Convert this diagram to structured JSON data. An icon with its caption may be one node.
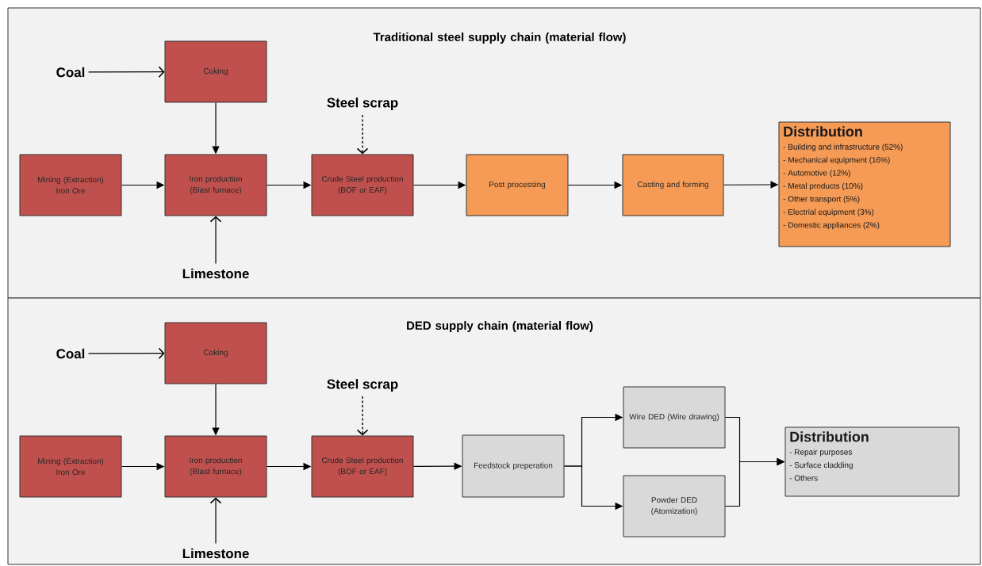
{
  "diagram": {
    "nodes": [
      {
        "text": [
          "Traditional steel supply chain (material flow)"
        ]
      },
      {
        "text": [
          "Coal"
        ],
        "in": 0
      },
      {
        "text": [
          "Coking"
        ],
        "in": 0
      },
      {
        "text": [
          "Steel scrap"
        ],
        "in": 0
      },
      {
        "text": [
          "Mining (Extraction) Iron Ore"
        ],
        "in": 0
      },
      {
        "text": [
          "Iron production (Blast furnace)"
        ],
        "in": 0
      },
      {
        "text": [
          "Crude Steel production (BOF or EAF)"
        ],
        "in": 0
      },
      {
        "text": [
          "Post processing"
        ],
        "in": 0
      },
      {
        "text": [
          "Casting and forming"
        ],
        "in": 0
      },
      {
        "text": [
          "Distribution",
          "- Building and infrastructure (52%)",
          "- Mechanical equipment (16%)",
          "- Automotive (12%)",
          "- Metal products (10%)",
          "- Other transport (5%)",
          "- Electrial equipment (3%)",
          "- Domestic appliances (2%)"
        ],
        "in": 0
      },
      {
        "text": [
          "Limestone"
        ],
        "in": 0
      },
      {
        "text": [
          "DED supply chain (material flow)"
        ]
      },
      {
        "text": [
          "Coal"
        ],
        "in": 11
      },
      {
        "text": [
          "Coking"
        ],
        "in": 11
      },
      {
        "text": [
          "Steel scrap"
        ],
        "in": 11
      },
      {
        "text": [
          "Mining (Extraction) Iron Ore"
        ],
        "in": 11
      },
      {
        "text": [
          "Iron production (Blast furnace)"
        ],
        "in": 11
      },
      {
        "text": [
          "Crude Steel production (BOF or EAF)"
        ],
        "in": 11
      },
      {
        "text": [
          "Feedstock preperation"
        ],
        "in": 11
      },
      {
        "text": [
          "Wire DED (Wire drawing)"
        ],
        "in": 11
      },
      {
        "text": [
          "Powder DED (Atomization)"
        ],
        "in": 11
      },
      {
        "text": [
          "Distribution",
          "- Repair purposes",
          "- Surface cladding",
          "- Others"
        ],
        "in": 11
      },
      {
        "text": [
          "Limestone"
        ],
        "in": 11
      }
    ],
    "edges": [
      {
        "from": 1,
        "to": 2,
        "arrow": "to"
      },
      {
        "from": 2,
        "to": 5,
        "arrow": "to"
      },
      {
        "from": 3,
        "to": 6,
        "arrow": "to",
        "style": "dashed"
      },
      {
        "from": 4,
        "to": 5,
        "arrow": "to"
      },
      {
        "from": 5,
        "to": 6,
        "arrow": "to"
      },
      {
        "from": 6,
        "to": 7,
        "arrow": "to"
      },
      {
        "from": 7,
        "to": 8,
        "arrow": "to"
      },
      {
        "from": 8,
        "to": 9,
        "arrow": "to"
      },
      {
        "from": 10,
        "to": 5,
        "arrow": "to"
      },
      {
        "from": 12,
        "to": 13,
        "arrow": "to"
      },
      {
        "from": 13,
        "to": 16,
        "arrow": "to"
      },
      {
        "from": 14,
        "to": 17,
        "arrow": "to",
        "style": "dashed"
      },
      {
        "from": 15,
        "to": 16,
        "arrow": "to"
      },
      {
        "from": 16,
        "to": 17,
        "arrow": "to"
      },
      {
        "from": 17,
        "to": 18,
        "arrow": "to"
      },
      {
        "from": 18,
        "to": 19,
        "arrow": "to"
      },
      {
        "from": 18,
        "to": 20,
        "arrow": "to"
      },
      {
        "from": 19,
        "to": 21,
        "arrow": "to"
      },
      {
        "from": 20,
        "to": 21,
        "arrow": "to"
      },
      {
        "from": 22,
        "to": 16,
        "arrow": "to"
      }
    ]
  }
}
